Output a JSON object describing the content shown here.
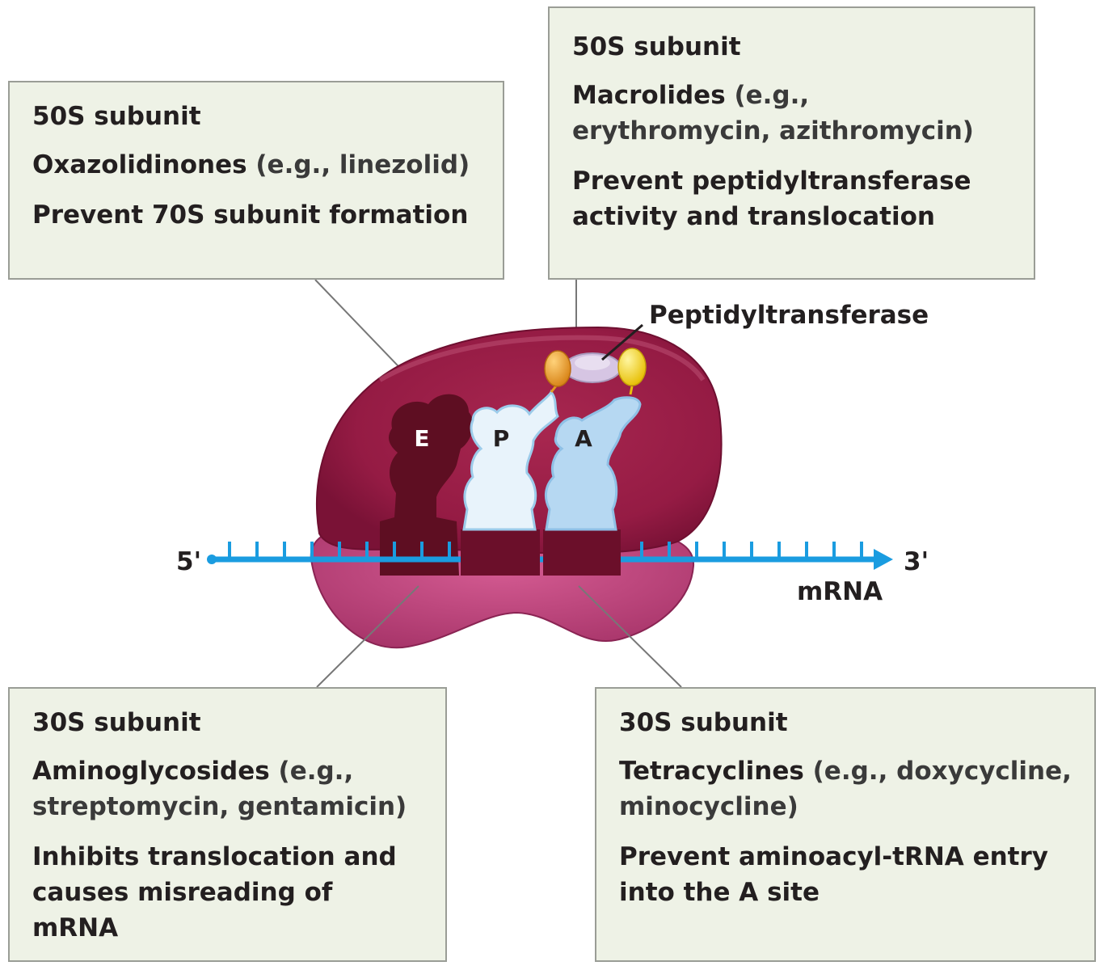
{
  "boxes": {
    "top_left": {
      "title": "50S subunit",
      "drug_class": "Oxazolidinones",
      "drug_examples": " (e.g., linezolid)",
      "effect": "Prevent 70S subunit formation"
    },
    "top_right": {
      "title": "50S subunit",
      "drug_class": "Macrolides",
      "drug_examples": " (e.g., erythromycin, azithromycin)",
      "effect": "Prevent peptidyltransferase activity and translocation"
    },
    "bottom_left": {
      "title": "30S subunit",
      "drug_class": "Aminoglycosides",
      "drug_examples": " (e.g., streptomycin, gentamicin)",
      "effect": "Inhibits translocation and causes misreading of mRNA"
    },
    "bottom_right": {
      "title": "30S subunit",
      "drug_class": "Tetracyclines",
      "drug_examples": " (e.g., doxycycline, minocycline)",
      "effect": "Prevent aminoacyl-tRNA entry into the A site"
    }
  },
  "labels": {
    "peptidyltransferase": "Peptidyltransferase",
    "site_e": "E",
    "site_p": "P",
    "site_a": "A",
    "five_prime": "5'",
    "three_prime": "3'",
    "mrna": "mRNA"
  },
  "colors": {
    "large_subunit": "#9c1f47",
    "small_subunit": "#c1467e",
    "e_site": "#5e0e22",
    "trna": "#bcdcf3",
    "mrna": "#1a9ce0",
    "box_fill": "#eef2e6",
    "amino_acid_orange": "#e59a20",
    "amino_acid_yellow": "#f6d116"
  }
}
